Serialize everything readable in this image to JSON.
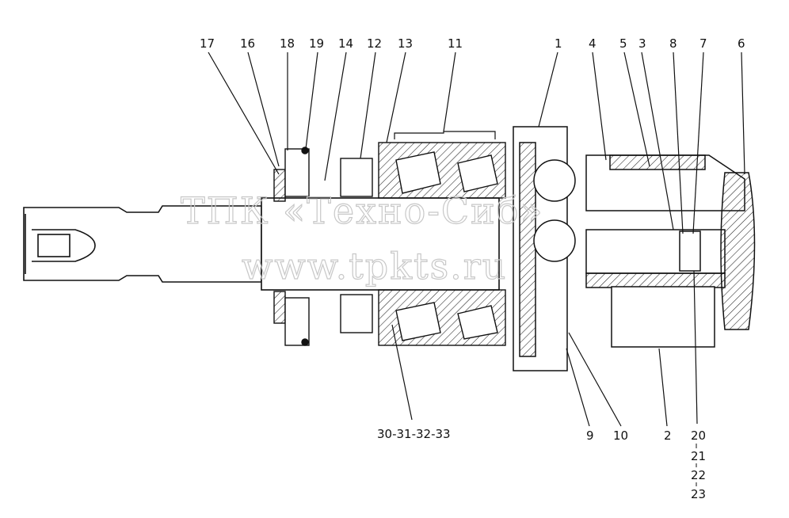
{
  "watermark": {
    "line1": "ТПК «Техно-Сиб»",
    "line2": "www.tpkts.ru"
  },
  "callouts": {
    "top": [
      "17",
      "16",
      "18",
      "19",
      "14",
      "12",
      "13",
      "11",
      "1",
      "4",
      "5",
      "3",
      "8",
      "7",
      "6"
    ],
    "bottom_left": "30-31-32-33",
    "bottom": [
      "9",
      "10",
      "2"
    ],
    "stack": [
      "20",
      "21",
      "22",
      "23"
    ]
  },
  "colors": {
    "line": "#111111",
    "hatch": "#222222",
    "watermark": "#c8c8c8"
  }
}
